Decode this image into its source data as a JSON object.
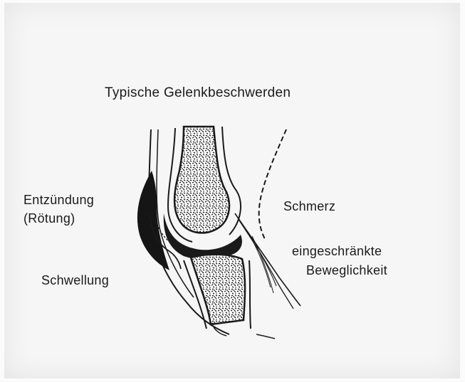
{
  "diagram": {
    "title": "Typische Gelenkbeschwerden",
    "labels": {
      "inflammation_line1": "Entzündung",
      "inflammation_line2": "(Rötung)",
      "swelling": "Schwellung",
      "pain": "Schmerz",
      "limited_mobility_line1": "eingeschränkte",
      "limited_mobility_line2": "Beweglichkeit"
    },
    "colors": {
      "ink": "#1a1a1a",
      "paper": "#f6f6f6"
    }
  }
}
